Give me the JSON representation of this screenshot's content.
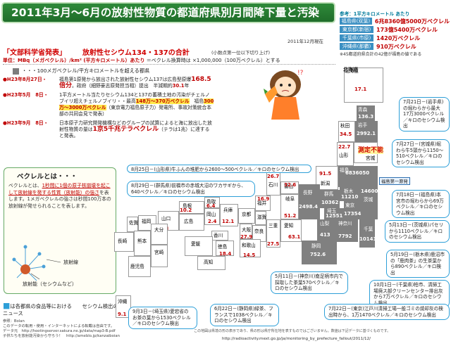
{
  "header": {
    "title": "2011年3月～6月の放射性物質の都道府県別月間降下量と汚染",
    "date_note": "2011年12月現在",
    "source_label": "「文部科学省発表」",
    "source_title": "放射性セシウム134・137の合計",
    "source_note": "(小数点第一位以下切り上げ)",
    "unit_text_1": "単位：MBq（メガベクレル）/km² (平方キロメートル）あたり",
    "unit_text_2": "＝ベクレル換算時は ×1,000,000（100万ベクレル）とする",
    "legend_text": "・・・100メガベクレル/平方キロメートルを超える都県"
  },
  "reference": {
    "title": "参考：1平方キロメートル あたり",
    "rows": [
      {
        "label": "福島県(双葉)",
        "value": "6兆8360億5000万ベクレル"
      },
      {
        "label": "東京都(新宿)",
        "value": "173億5400万ベクレル"
      },
      {
        "label": "千葉県(市原)",
        "value": "1420万ベクレル"
      },
      {
        "label": "沖縄県(那覇)",
        "value": "910万ベクレル"
      }
    ],
    "footnote": "※45都道府県合計の42億が福島の値である"
  },
  "events": [
    {
      "date": "●H23年8月27日・",
      "text_1": "福島第1原発から放出された放射性セシウム137は広島型原爆",
      "highlight": "168.5倍分",
      "text_2": "。政府（細野豪志原発担当相）提出　半減期約",
      "half_life": "30.1",
      "text_3": "年"
    },
    {
      "date": "●H23年5月　8日・",
      "text_1": "1平方メートル当たりセシウム134と137の蓄積土地の汚染がチェルノブイリ超えチェルノブイリ・・最高",
      "highlight": "148万～370万ベクレル",
      "text_2": "　福島",
      "half_life": "300万～3000万ベクレル",
      "text_3": "（東京電力福島原子力）発電所、事故対策統合本部の共同会見で発表）"
    },
    {
      "date": "●H23年9月　8日・",
      "text_1": "日本原子力研究開発機構などのグループの試算によると海に放出した放射性物質の量は",
      "highlight": "1京5千兆テラベクレル",
      "text_2": "（テラは1兆）に達すると発表。",
      "half_life": "",
      "text_3": ""
    }
  ],
  "becquerel": {
    "title": "ベクレルとは・・・",
    "body_1": "ベクレルとは、",
    "body_u": "1秒間に1個の原子核崩壊を起こして放射線を発する性質（放射能）の強さ",
    "body_2": "を表します。1メガベクレルの強さは秒間100万本の放射線が発せられることを表します。",
    "ray_label": "放射線",
    "source_label": "放射能（セシウムなど）"
  },
  "news_legend": {
    "mark": "■",
    "text": "は各都県の食品等における　　セシウム検出のニュース"
  },
  "credits": "参照：Bolan\nこのデータの転用・使用・インターネットによる転載は自由です。\nデータ元　http://hootingserver.sakura.ne.jp/data/map3-B.pdf\n子供たちを放射能汚染から守ろう！　http://ameblo.jp/kanzaiboian",
  "bottom_note": "この地図は県境の形の表示であり、県の形は県庁所在地を表すものではございません。数値は下記データに基づくものです。",
  "bottom_url": "http://radioactivity.mext.go.jp/ja/monitoring_by_prefecture_fallout/2011/12/",
  "map": {
    "hokkaido_label": "北海道",
    "fukushima_label": "福島第一原発",
    "unknown_label": "測定不能",
    "prefectures": [
      {
        "name": "青森",
        "value": "136.3",
        "key": "aomori"
      },
      {
        "name": "秋田",
        "value": "34.5",
        "key": "akita"
      },
      {
        "name": "岩手",
        "value": "2992.1",
        "key": "iwate"
      },
      {
        "name": "山形",
        "value": "22.7",
        "key": "yamagata"
      },
      {
        "name": "宮城",
        "value": "",
        "key": "miyagi"
      },
      {
        "name": "新潟",
        "value": "91.5",
        "key": "niigata"
      },
      {
        "name": "福島",
        "value": "6836050",
        "key": "fukushima"
      },
      {
        "name": "茨城",
        "value": "14600",
        "key": "ibaraki"
      },
      {
        "name": "栃木",
        "value": "11210",
        "key": "tochigi"
      },
      {
        "name": "群馬",
        "value": "10362",
        "key": "gunma"
      },
      {
        "name": "埼玉",
        "value": "12551",
        "key": "saitama"
      },
      {
        "name": "千葉",
        "value": "10141",
        "key": "chiba"
      },
      {
        "name": "東京",
        "value": "17354",
        "key": "tokyo"
      },
      {
        "name": "神奈川",
        "value": "7792",
        "key": "kanagawa"
      },
      {
        "name": "山梨",
        "value": "413",
        "key": "yamanashi"
      },
      {
        "name": "静岡",
        "value": "752.6",
        "key": "shizuoka"
      },
      {
        "name": "長野",
        "value": "2498.4",
        "key": "nagano"
      },
      {
        "name": "富山",
        "value": "32.6",
        "key": "toyama"
      },
      {
        "name": "石川",
        "value": "26.7",
        "key": "ishikawa"
      },
      {
        "name": "福井",
        "value": "16.9",
        "key": "fukui"
      },
      {
        "name": "岐阜",
        "value": "51.2",
        "key": "gifu"
      },
      {
        "name": "愛知",
        "value": "63.1",
        "key": "aichi"
      },
      {
        "name": "三重",
        "value": "27.5",
        "key": "mie"
      },
      {
        "name": "滋賀",
        "value": "",
        "key": "shiga"
      },
      {
        "name": "京都",
        "value": "",
        "key": "kyoto"
      },
      {
        "name": "大阪",
        "value": "27.9",
        "key": "osaka"
      },
      {
        "name": "兵庫",
        "value": "12.1",
        "key": "hyogo"
      },
      {
        "name": "奈良",
        "value": "",
        "key": "nara"
      },
      {
        "name": "和歌山",
        "value": "14.5",
        "key": "wakayama"
      },
      {
        "name": "鳥取",
        "value": "6.4",
        "key": "tottori"
      },
      {
        "name": "島根",
        "value": "10.2",
        "key": "shimane"
      },
      {
        "name": "岡山",
        "value": "2.4",
        "key": "okayama"
      },
      {
        "name": "広島",
        "value": "",
        "key": "hiroshima"
      },
      {
        "name": "山口",
        "value": "6.3",
        "key": "yamaguchi"
      },
      {
        "name": "香川",
        "value": "",
        "key": "kagawa"
      },
      {
        "name": "徳島",
        "value": "18.4",
        "key": "tokushima"
      },
      {
        "name": "愛媛",
        "value": "",
        "key": "ehime"
      },
      {
        "name": "高知",
        "value": "",
        "key": "kochi"
      },
      {
        "name": "福岡",
        "value": "",
        "key": "fukuoka"
      },
      {
        "name": "佐賀",
        "value": "",
        "key": "saga"
      },
      {
        "name": "長崎",
        "value": "",
        "key": "nagasaki"
      },
      {
        "name": "熊本",
        "value": "",
        "key": "kumamoto"
      },
      {
        "name": "大分",
        "value": "",
        "key": "oita"
      },
      {
        "name": "宮崎",
        "value": "",
        "key": "miyazaki"
      },
      {
        "name": "鹿児島",
        "value": "",
        "key": "kagoshima"
      },
      {
        "name": "沖縄",
        "value": "9.1",
        "key": "okinawa"
      },
      {
        "name": "北海道",
        "value": "17.1",
        "key": "hokkaido"
      }
    ]
  },
  "callouts": [
    {
      "key": "c1",
      "text": "7月21日－(岩手県)の堀わらから最大17万3000ベクレル／キロのセシウム検出"
    },
    {
      "key": "c2",
      "text": "7月27日－(宮城県)堀わら牛5頭から1150～510ベクレル／キロのセシウム検出"
    },
    {
      "key": "c3",
      "text": "8月25日－(山形県)牛ふんの堆肥から2600～500ベクレル／キロのセシウム検出"
    },
    {
      "key": "c4",
      "text": "8月29日－(群馬県)前橋市の赤城大沼のワカサギから、640ベクレル／キロのセシウム検出"
    },
    {
      "key": "c5",
      "text": "7月18日－(福島県)本宮市の堀わらから69万ベクレル／キロのセシウム検出"
    },
    {
      "key": "c6",
      "text": "5月13日－(茨城県)パセリから1110ベクレル／キロのセシウム検出"
    },
    {
      "key": "c7",
      "text": "5月19日－(栃木県)鹿沼市の「鹿肉茶」の生茶葉から890ベクレル／キロ検出"
    },
    {
      "key": "c8",
      "text": "5月11日－(神奈川)南足柄市内で採取した茶葉570ベクレル／キロのセシウム検出"
    },
    {
      "key": "c9",
      "text": "10月1日－(千葉県)柏市、清掃工場廃ス部クリーンセンター排出灰から7万ベクレル／キロのセシウム検出"
    },
    {
      "key": "c10",
      "text": "9月3日－(埼玉県)愛宕省のお茶の葉から1530ベクレル／キロのセシウム検出"
    },
    {
      "key": "c11",
      "text": "6月22日－(静岡県)緑茶、フランスで1038ベクレル／キロのセシウム検出"
    },
    {
      "key": "c12",
      "text": "7月22日－(東京)江戸川清掃工場一般ゴミの焼却灰の検出時から、1万1470ベクレル／キロのセシウム検出"
    }
  ]
}
